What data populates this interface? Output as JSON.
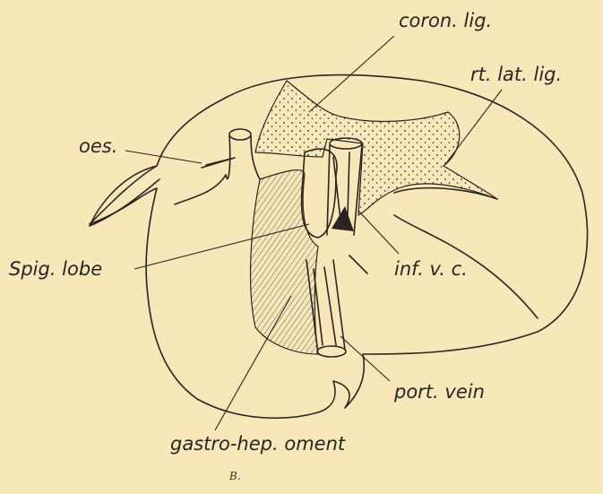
{
  "labels": {
    "coron_lig": "coron. lig.",
    "rt_lat_lig": "rt. lat. lig.",
    "oes": "oes.",
    "spig_lobe": "Spig. lobe",
    "inf_vc": "inf. v. c.",
    "port_vein": "port. vein",
    "gastro_hep": "gastro-hep. oment"
  },
  "caption": "B.",
  "colors": {
    "paper": "#f7e7b9",
    "ink": "#2a2520"
  }
}
